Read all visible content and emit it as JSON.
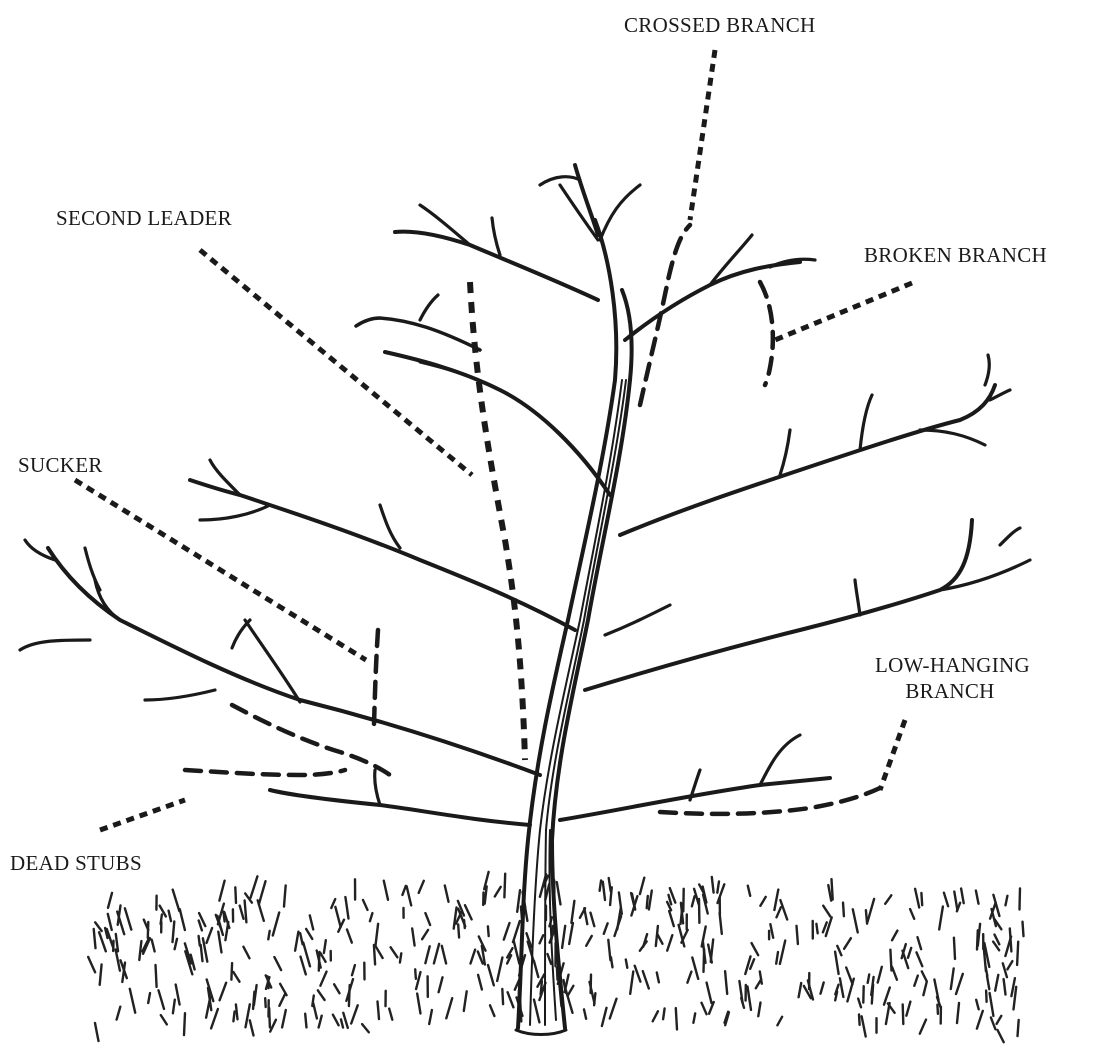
{
  "labels": {
    "crossed_branch": "CROSSED BRANCH",
    "second_leader": "SECOND LEADER",
    "broken_branch": "BROKEN BRANCH",
    "sucker": "SUCKER",
    "low_hanging_branch_line1": "LOW-HANGING",
    "low_hanging_branch_line2": "BRANCH",
    "dead_stubs": "DEAD STUBS"
  },
  "colors": {
    "ink": "#1a1a1a",
    "background": "#ffffff"
  }
}
